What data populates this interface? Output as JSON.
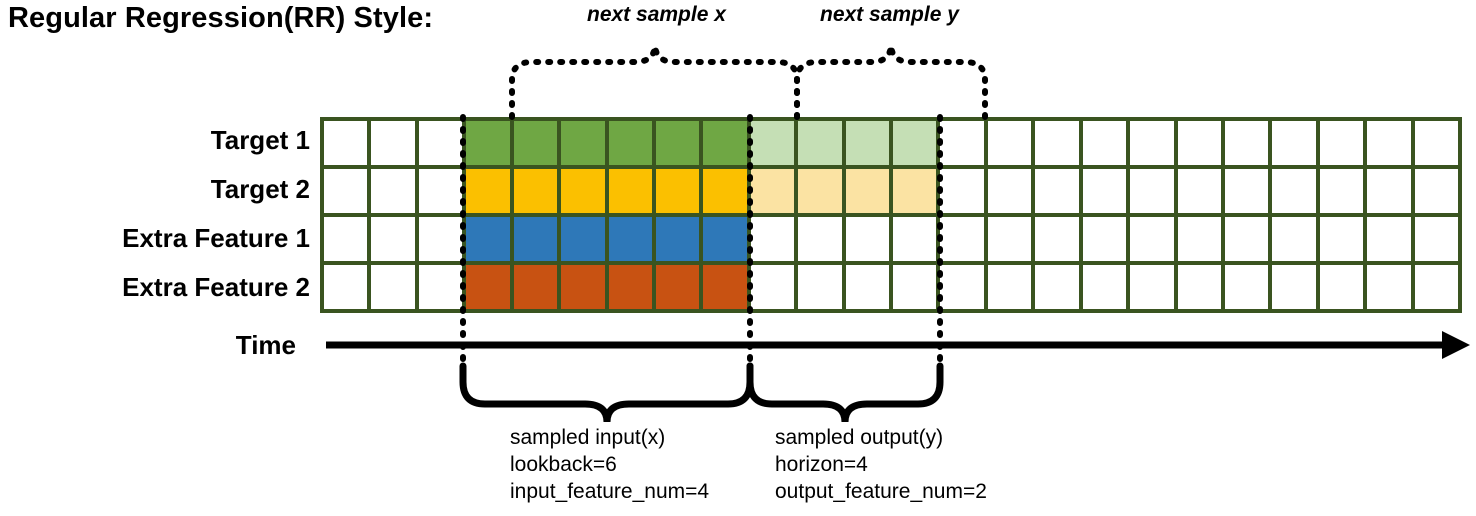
{
  "title": "Regular Regression(RR) Style:",
  "rows": [
    {
      "name": "Target 1",
      "label": "Target 1"
    },
    {
      "name": "Target 2",
      "label": "Target 2"
    },
    {
      "name": "Extra Feature 1",
      "label": "Extra Feature 1"
    },
    {
      "name": "Extra Feature 2",
      "label": "Extra Feature 2"
    }
  ],
  "grid": {
    "columns": 24,
    "rows": 4,
    "cell_classes": [
      [
        "cell",
        "cell",
        "cell",
        "c-green",
        "c-green",
        "c-green",
        "c-green",
        "c-green",
        "c-green",
        "c-green-l",
        "c-green-l",
        "c-green-l",
        "c-green-l",
        "cell",
        "cell",
        "cell",
        "cell",
        "cell",
        "cell",
        "cell",
        "cell",
        "cell",
        "cell",
        "cell"
      ],
      [
        "cell",
        "cell",
        "cell",
        "c-yellow",
        "c-yellow",
        "c-yellow",
        "c-yellow",
        "c-yellow",
        "c-yellow",
        "c-yellow-l",
        "c-yellow-l",
        "c-yellow-l",
        "c-yellow-l",
        "cell",
        "cell",
        "cell",
        "cell",
        "cell",
        "cell",
        "cell",
        "cell",
        "cell",
        "cell",
        "cell"
      ],
      [
        "cell",
        "cell",
        "cell",
        "c-blue",
        "c-blue",
        "c-blue",
        "c-blue",
        "c-blue",
        "c-blue",
        "cell",
        "cell",
        "cell",
        "cell",
        "cell",
        "cell",
        "cell",
        "cell",
        "cell",
        "cell",
        "cell",
        "cell",
        "cell",
        "cell",
        "cell"
      ],
      [
        "cell",
        "cell",
        "cell",
        "c-orange",
        "c-orange",
        "c-orange",
        "c-orange",
        "c-orange",
        "c-orange",
        "cell",
        "cell",
        "cell",
        "cell",
        "cell",
        "cell",
        "cell",
        "cell",
        "cell",
        "cell",
        "cell",
        "cell",
        "cell",
        "cell",
        "cell"
      ]
    ]
  },
  "colors": {
    "grid_border": "#3A5420",
    "target1": "#6FA744",
    "target1_faded": "#C5DFB5",
    "target2": "#FBC000",
    "target2_faded": "#FBE3A3",
    "extra_feature1": "#2E78B8",
    "extra_feature2": "#C85212",
    "annotation": "#000000"
  },
  "top_brackets": [
    {
      "label": "next sample x"
    },
    {
      "label": "next sample y"
    }
  ],
  "time_axis": {
    "label": "Time"
  },
  "bottom_brackets": [
    {
      "lines": [
        "sampled input(x)",
        "lookback=6",
        "input_feature_num=4"
      ],
      "line1": "sampled input(x)",
      "line2": "lookback=6",
      "line3": "input_feature_num=4"
    },
    {
      "lines": [
        "sampled output(y)",
        "horizon=4",
        "output_feature_num=2"
      ],
      "line1": "sampled output(y)",
      "line2": "horizon=4",
      "line3": "output_feature_num=2"
    }
  ]
}
